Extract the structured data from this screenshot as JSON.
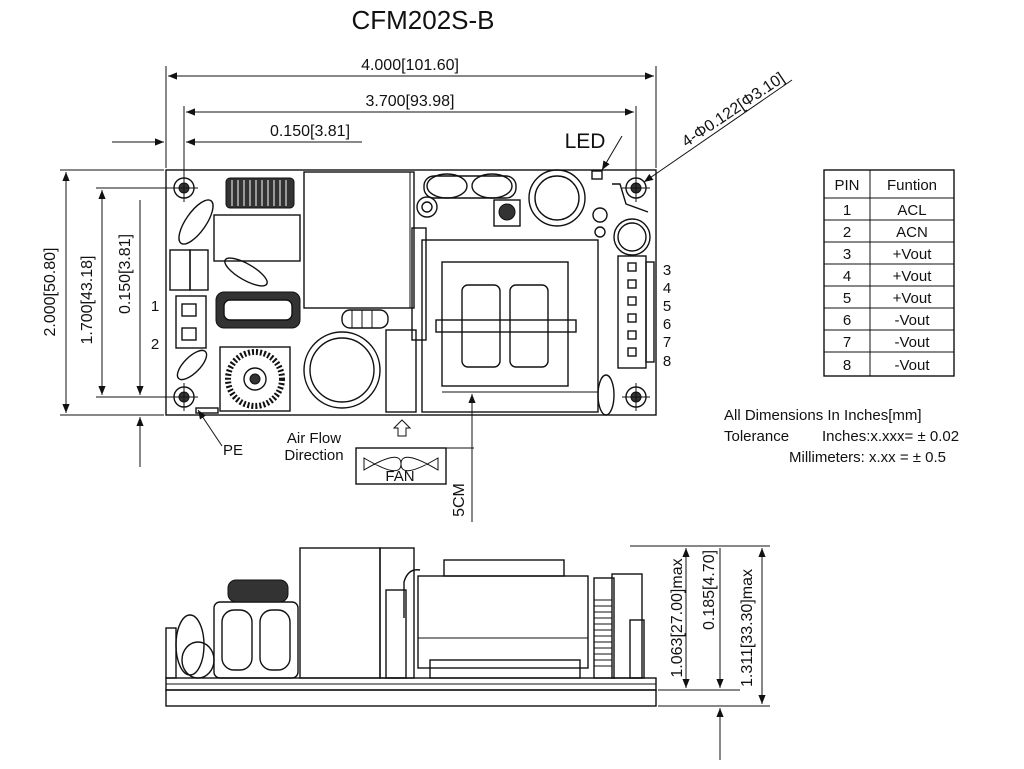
{
  "title": "CFM202S-B",
  "top_view": {
    "dim_overall_width": "4.000[101.60]",
    "dim_hole_span_width": "3.700[93.98]",
    "dim_hole_offset_x": "0.150[3.81]",
    "dim_overall_height": "2.000[50.80]",
    "dim_hole_span_height": "1.700[43.18]",
    "dim_hole_offset_y": "0.150[3.81]",
    "mount_holes": "4-Φ0.122[Φ3.10]",
    "led_label": "LED",
    "pe_label": "PE",
    "input_pins": [
      "1",
      "2"
    ],
    "output_pins": [
      "3",
      "4",
      "5",
      "6",
      "7",
      "8"
    ],
    "airflow_label_line1": "Air Flow",
    "airflow_label_line2": "Direction",
    "fan_label": "FAN",
    "fan_distance": "5CM"
  },
  "pin_table": {
    "headers": [
      "PIN",
      "Funtion"
    ],
    "rows": [
      [
        "1",
        "ACL"
      ],
      [
        "2",
        "ACN"
      ],
      [
        "3",
        "+Vout"
      ],
      [
        "4",
        "+Vout"
      ],
      [
        "5",
        "+Vout"
      ],
      [
        "6",
        "-Vout"
      ],
      [
        "7",
        "-Vout"
      ],
      [
        "8",
        "-Vout"
      ]
    ]
  },
  "notes": {
    "line1": "All Dimensions In Inches[mm]",
    "line2_label": "Tolerance",
    "line2_value": "Inches:x.xxx= ± 0.02",
    "line3": "Millimeters: x.xx = ± 0.5"
  },
  "side_view": {
    "dim_component_height": "1.063[27.00]max",
    "dim_pin_length": "0.185[4.70]",
    "dim_total_height": "1.311[33.30]max"
  }
}
